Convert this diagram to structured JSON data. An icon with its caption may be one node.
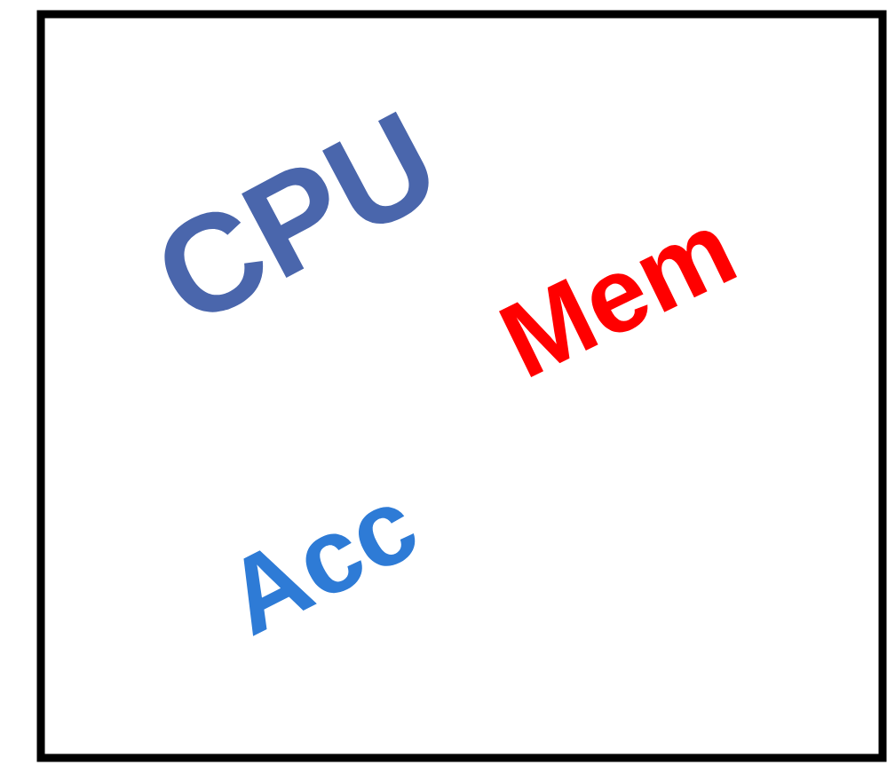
{
  "diagram": {
    "labels": [
      "CPU",
      "Mem",
      "Acc"
    ]
  }
}
